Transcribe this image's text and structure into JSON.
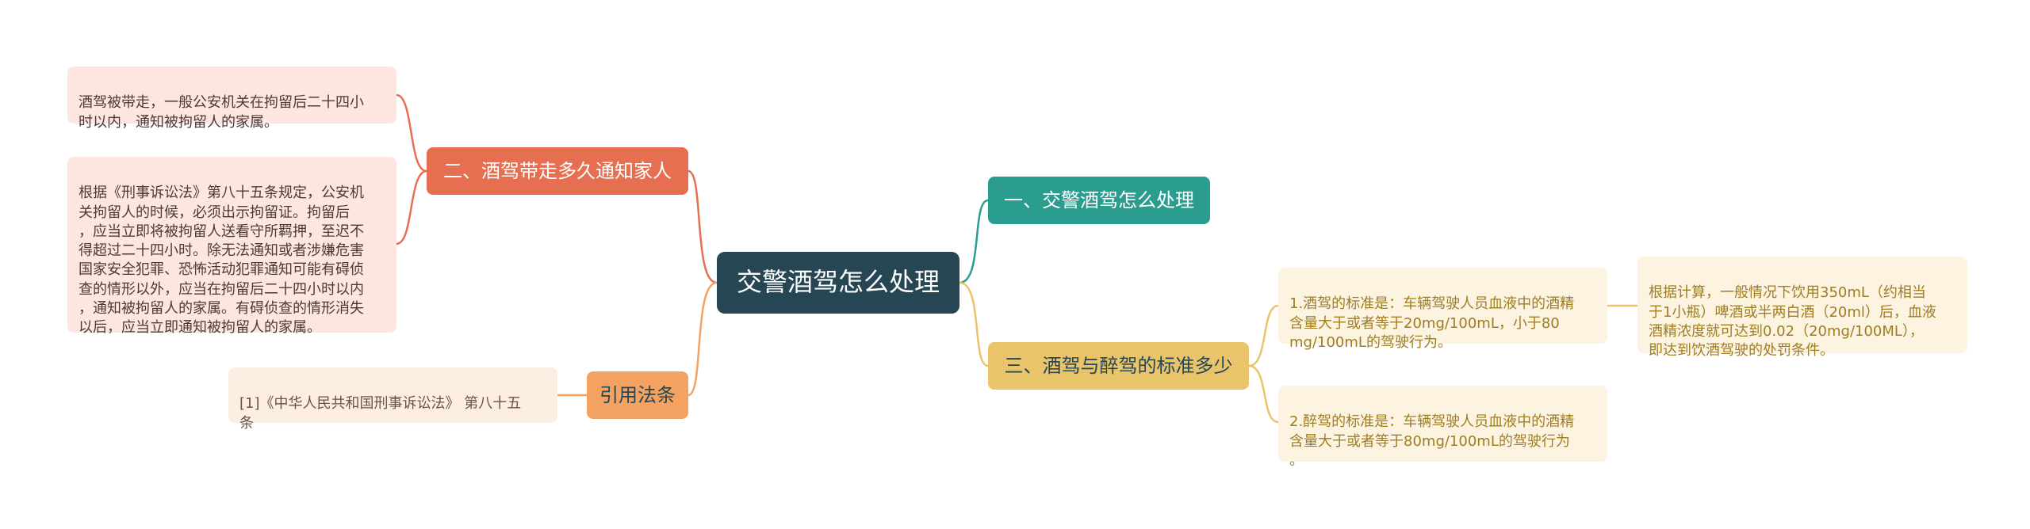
{
  "mindmap": {
    "root": {
      "label": "交警酒驾怎么处理"
    },
    "branches": {
      "b1": {
        "label": "一、交警酒驾怎么处理"
      },
      "b3": {
        "label": "三、酒驾与醉驾的标准多少",
        "leaf1": "1.酒驾的标准是：车辆驾驶人员血液中的酒精\n含量大于或者等于20mg/100mL，小于80\nmg/100mL的驾驶行为。",
        "leaf1_note": "根据计算，一般情况下饮用350mL（约相当\n于1小瓶）啤酒或半两白酒（20ml）后，血液\n酒精浓度就可达到0.02（20mg/100ML），\n即达到饮酒驾驶的处罚条件。",
        "leaf2": "2.醉驾的标准是：车辆驾驶人员血液中的酒精\n含量大于或者等于80mg/100mL的驾驶行为\n。"
      },
      "b2": {
        "label": "二、酒驾带走多久通知家人",
        "leaf1": "酒驾被带走，一般公安机关在拘留后二十四小\n时以内，通知被拘留人的家属。",
        "leaf2": "根据《刑事诉讼法》第八十五条规定，公安机\n关拘留人的时候，必须出示拘留证。拘留后\n，应当立即将被拘留人送看守所羁押，至迟不\n得超过二十四小时。除无法通知或者涉嫌危害\n国家安全犯罪、恐怖活动犯罪通知可能有碍侦\n查的情形以外，应当在拘留后二十四小时以内\n，通知被拘留人的家属。有碍侦查的情形消失\n以后，应当立即通知被拘留人的家属。"
      },
      "b4": {
        "label": "引用法条",
        "leaf1": "[1]《中华人民共和国刑事诉讼法》 第八十五\n条"
      }
    },
    "colors": {
      "root": "#264653",
      "teal": "#2a9d8f",
      "yellow": "#e9c46a",
      "red": "#e76f51",
      "orange": "#f4a261"
    }
  }
}
